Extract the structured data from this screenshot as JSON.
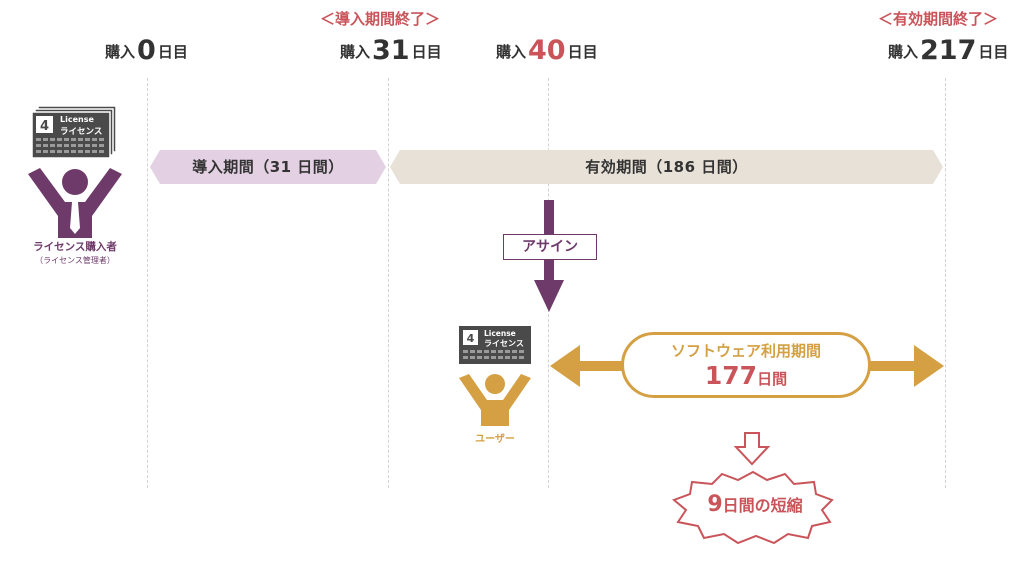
{
  "milestones": [
    {
      "prefix": "購入",
      "day": "0",
      "suffix": "日目",
      "highlight": false
    },
    {
      "prefix": "購入",
      "day": "31",
      "suffix": "日目",
      "highlight": false
    },
    {
      "prefix": "購入",
      "day": "40",
      "suffix": "日目",
      "highlight": true
    },
    {
      "prefix": "購入",
      "day": "217",
      "suffix": "日目",
      "highlight": false
    }
  ],
  "end_labels": {
    "intro_end": "＜導入期間終了＞",
    "valid_end": "＜有効期間終了＞"
  },
  "periods": {
    "intro": "導入期間（31 日間）",
    "valid": "有効期間（186 日間）"
  },
  "assign_label": "アサイン",
  "license_card": {
    "line1": "License",
    "line2": "ライセンス"
  },
  "buyer": {
    "label": "ライセンス購入者",
    "sublabel": "（ライセンス管理者）"
  },
  "user": {
    "label": "ユーザー"
  },
  "software_period": {
    "title": "ソフトウェア利用期間",
    "days": "177",
    "unit": "日間"
  },
  "shortening": {
    "number": "9",
    "text": "日間の短縮"
  },
  "colors": {
    "purple": "#6e3a6a",
    "gold": "#d4a043",
    "red": "#c9545a",
    "intro_bg": "#e3d1e3",
    "valid_bg": "#e7e1d7",
    "card": "#4a4a4a"
  }
}
